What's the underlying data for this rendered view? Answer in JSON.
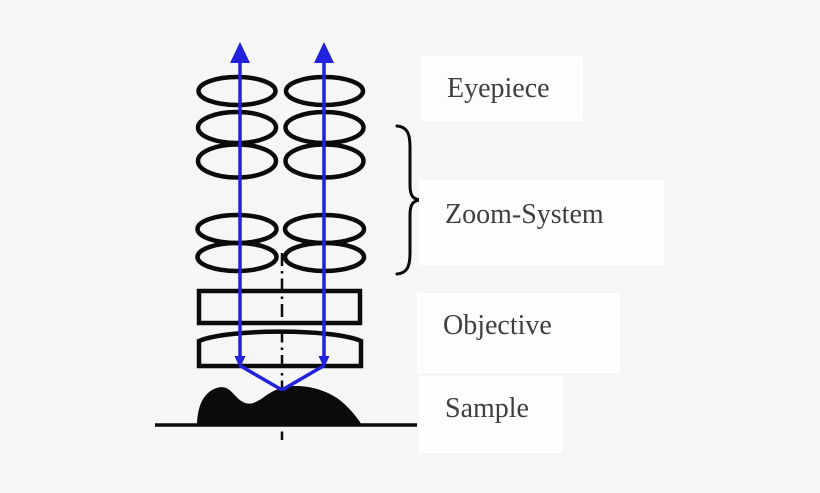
{
  "labels": {
    "eyepiece": "Eyepiece",
    "zoom_system": "Zoom-System",
    "objective": "Objective",
    "sample": "Sample"
  },
  "colors": {
    "background": "#f6f6f6",
    "ink": "#0b0b0b",
    "ray_blue": "#2222dd",
    "label_box_bg": "#fdfdfd",
    "label_box_border": "#ffffff",
    "label_text": "#3f3f3f"
  }
}
